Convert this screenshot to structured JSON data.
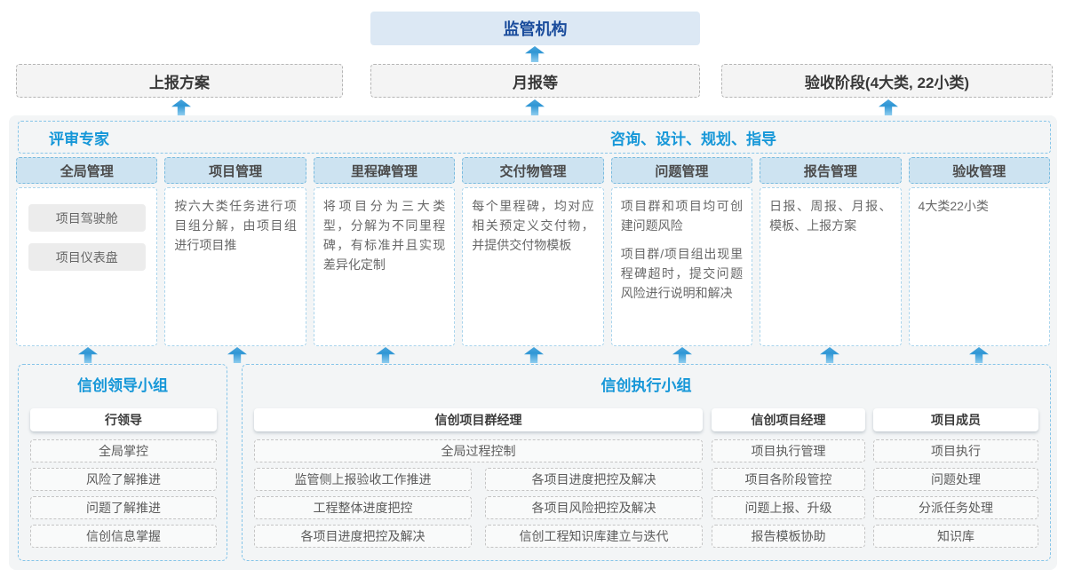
{
  "header": {
    "regulator": "监管机构",
    "report_plan": "上报方案",
    "monthly_report": "月报等",
    "acceptance_stage": "验收阶段(4大类, 22小类)"
  },
  "panel": {
    "review_expert": "评审专家",
    "consult": "咨询、设计、规划、指导",
    "columns": [
      {
        "header": "全局管理",
        "items": [
          "项目驾驶舱",
          "项目仪表盘"
        ]
      },
      {
        "header": "项目管理",
        "text": "按六大类任务进行项目组分解，由项目组进行项目推"
      },
      {
        "header": "里程碑管理",
        "text": "将项目分为三大类型，分解为不同里程碑，有标准并且实现差异化定制"
      },
      {
        "header": "交付物管理",
        "text": "每个里程碑，均对应相关预定义交付物，并提供交付物模板"
      },
      {
        "header": "问题管理",
        "text": "项目群和项目均可创建问题风险",
        "text2": "项目群/项目组出现里程碑超时，提交问题风险进行说明和解决"
      },
      {
        "header": "报告管理",
        "text": "日报、周报、月报、模板、上报方案"
      },
      {
        "header": "验收管理",
        "text": "4大类22小类"
      }
    ]
  },
  "bottom": {
    "leader": {
      "title": "信创领导小组",
      "role": "行领导",
      "items": [
        "全局掌控",
        "风险了解推进",
        "问题了解推进",
        "信创信息掌握"
      ]
    },
    "exec": {
      "title": "信创执行小组",
      "pg_manager": {
        "role": "信创项目群经理",
        "wide": "全局过程控制",
        "left": [
          "监管侧上报验收工作推进",
          "工程整体进度把控",
          "各项目进度把控及解决"
        ],
        "right": [
          "各项目进度把控及解决",
          "各项目风险把控及解决",
          "信创工程知识库建立与迭代"
        ]
      },
      "pm": {
        "role": "信创项目经理",
        "items": [
          "项目执行管理",
          "项目各阶段管控",
          "问题上报、升级",
          "报告模板协助"
        ]
      },
      "member": {
        "role": "项目成员",
        "items": [
          "项目执行",
          "问题处理",
          "分派任务处理",
          "知识库"
        ]
      }
    }
  },
  "colors": {
    "accent_blue": "#1697d8",
    "deep_blue": "#1a4c9c",
    "arrow_blue": "#2e96d5",
    "panel_bg": "#f3f5f6",
    "header_fill": "#cde3f1"
  }
}
